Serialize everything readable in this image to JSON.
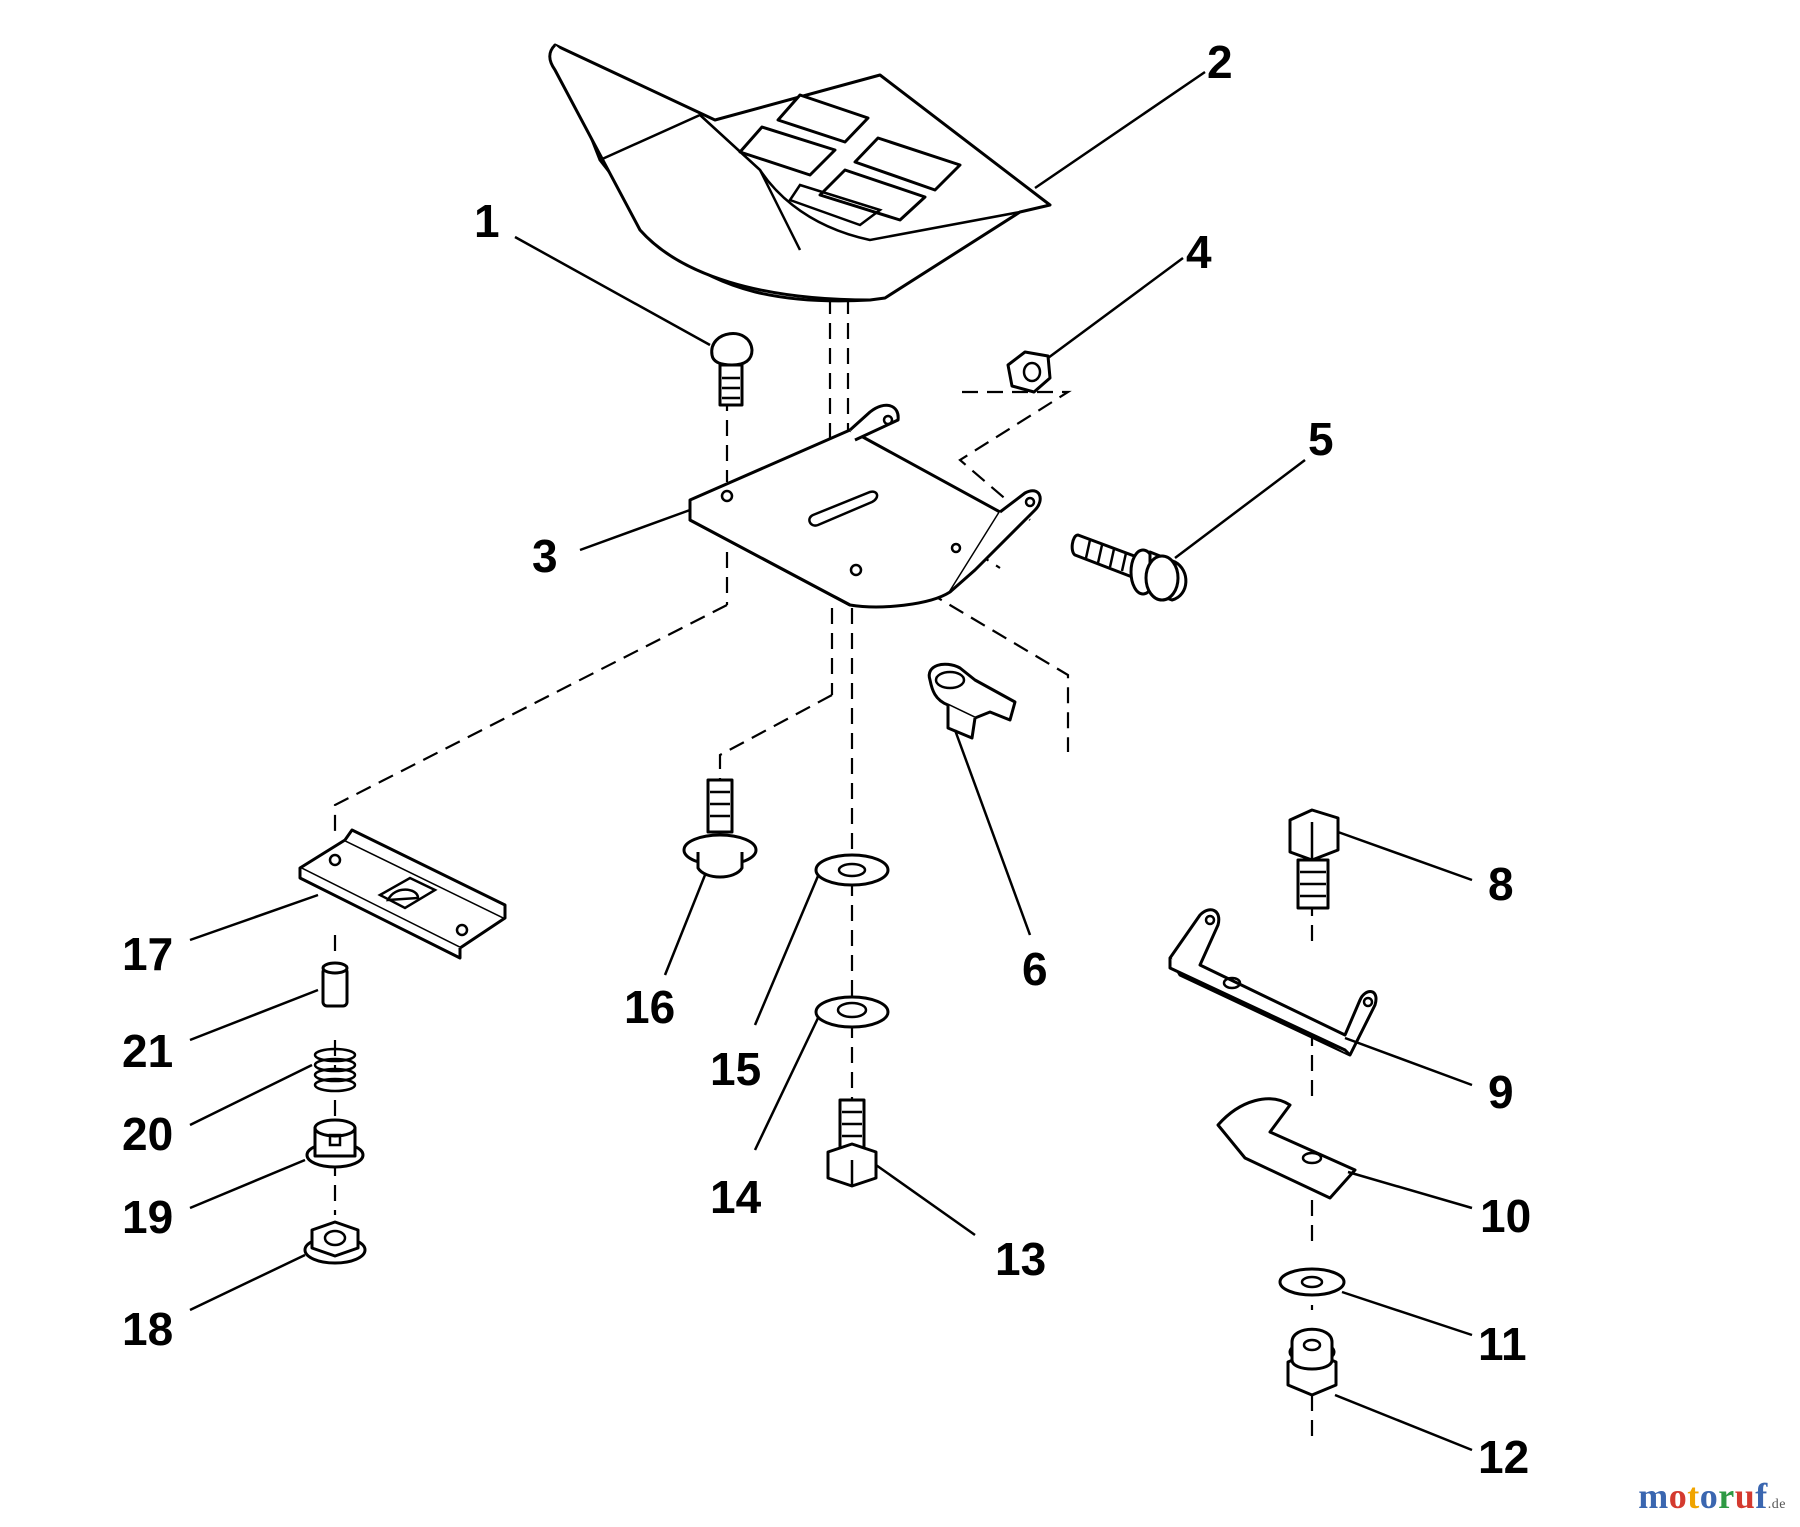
{
  "diagram": {
    "callouts": [
      "1",
      "2",
      "3",
      "4",
      "5",
      "6",
      "8",
      "9",
      "10",
      "11",
      "12",
      "13",
      "14",
      "15",
      "16",
      "17",
      "18",
      "19",
      "20",
      "21"
    ]
  },
  "watermark": {
    "letters": [
      {
        "ch": "m",
        "color": "#3a66b0"
      },
      {
        "ch": "o",
        "color": "#d43a2f"
      },
      {
        "ch": "t",
        "color": "#f0a400"
      },
      {
        "ch": "o",
        "color": "#3a66b0"
      },
      {
        "ch": "r",
        "color": "#2e9a44"
      },
      {
        "ch": "u",
        "color": "#d43a2f"
      },
      {
        "ch": "f",
        "color": "#3a66b0"
      }
    ],
    "tld": ".de"
  }
}
